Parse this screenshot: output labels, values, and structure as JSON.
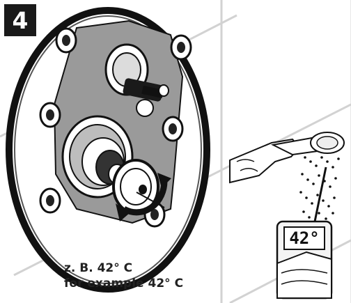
{
  "step": {
    "number": "4"
  },
  "caption": {
    "line1": "z. B. 42° C",
    "line2": "for example 42° C"
  },
  "thermometer": {
    "reading": "42°"
  },
  "icons": {
    "thermostat": "thermostat-valve-icon",
    "rotate": "rotate-arrow-icon",
    "shower": "hand-shower-icon",
    "thermometer": "digital-thermometer-icon"
  }
}
